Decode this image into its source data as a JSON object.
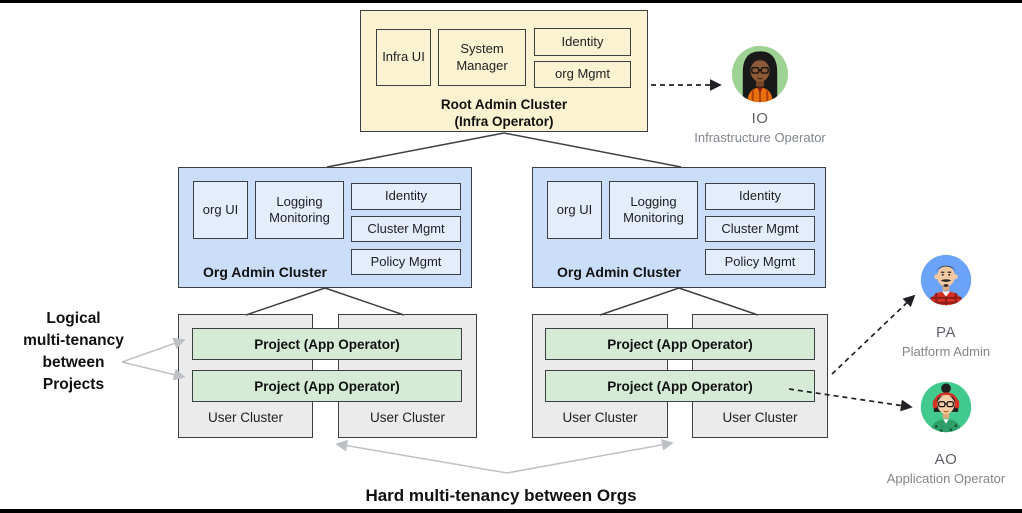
{
  "diagram": {
    "root_cluster": {
      "title_line1": "Root Admin Cluster",
      "title_line2": "(Infra Operator)",
      "components": {
        "infra_ui": "Infra UI",
        "system_manager": "System Manager",
        "identity": "Identity",
        "org_mgmt": "org Mgmt"
      }
    },
    "org_clusters": [
      {
        "title": "Org Admin Cluster",
        "components": {
          "org_ui": "org UI",
          "logging_monitoring": "Logging Monitoring",
          "identity": "Identity",
          "cluster_mgmt": "Cluster Mgmt",
          "policy_mgmt": "Policy Mgmt"
        }
      },
      {
        "title": "Org Admin Cluster",
        "components": {
          "org_ui": "org UI",
          "logging_monitoring": "Logging Monitoring",
          "identity": "Identity",
          "cluster_mgmt": "Cluster Mgmt",
          "policy_mgmt": "Policy Mgmt"
        }
      }
    ],
    "user_cluster_groups": [
      {
        "projects": [
          "Project (App Operator)",
          "Project (App Operator)"
        ],
        "clusters": [
          "User Cluster",
          "User Cluster"
        ]
      },
      {
        "projects": [
          "Project (App Operator)",
          "Project (App Operator)"
        ],
        "clusters": [
          "User Cluster",
          "User Cluster"
        ]
      }
    ],
    "annotations": {
      "left_lines": [
        "Logical",
        "multi-tenancy",
        "between",
        "Projects"
      ],
      "bottom": "Hard multi-tenancy between Orgs"
    },
    "personas": [
      {
        "code": "IO",
        "role": "Infrastructure Operator",
        "avatar": "woman-glasses-orange-shirt",
        "avatar_bg": "#9ED293"
      },
      {
        "code": "PA",
        "role": "Platform Admin",
        "avatar": "man-mustache-plaid-shirt",
        "avatar_bg": "#6BA3F8"
      },
      {
        "code": "AO",
        "role": "Application Operator",
        "avatar": "woman-bun-headphones",
        "avatar_bg": "#41C98E"
      }
    ],
    "colors": {
      "root_fill": "#FBF2D2",
      "org_fill": "#CBDEF9",
      "org_component_fill": "#E4EDFC",
      "user_fill": "#EBEBEB",
      "project_fill": "#D5EBD6",
      "border": "#3C4043",
      "gray_arrow": "#BDC1C6",
      "dashed_arrow": "#202124"
    }
  }
}
